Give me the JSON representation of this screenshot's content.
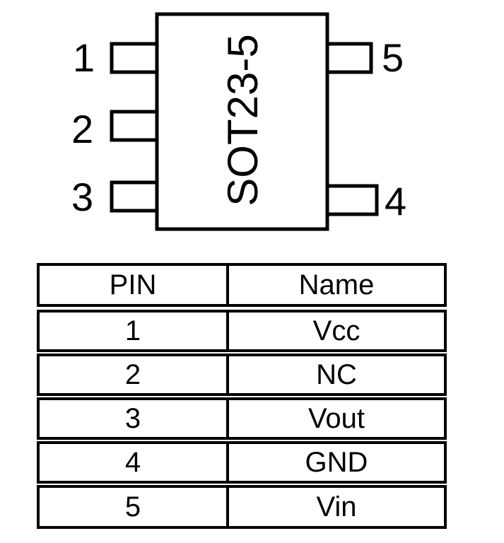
{
  "package": {
    "label": "SOT23-5",
    "left_pins": [
      "1",
      "2",
      "3"
    ],
    "right_pins": [
      "5",
      "4"
    ]
  },
  "table": {
    "headers": {
      "pin": "PIN",
      "name": "Name"
    },
    "rows": [
      {
        "pin": "1",
        "name": "Vcc"
      },
      {
        "pin": "2",
        "name": "NC"
      },
      {
        "pin": "3",
        "name": "Vout"
      },
      {
        "pin": "4",
        "name": "GND"
      },
      {
        "pin": "5",
        "name": "Vin"
      }
    ]
  },
  "colors": {
    "line": "#000000",
    "background": "#ffffff"
  }
}
